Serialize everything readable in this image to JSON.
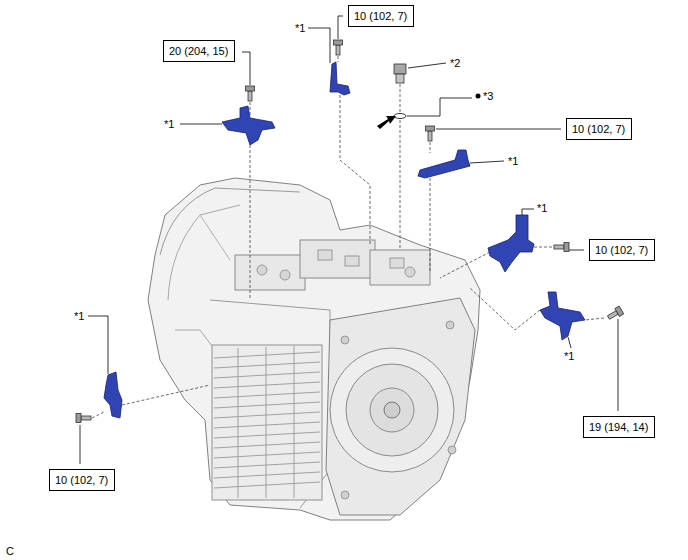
{
  "diagram": {
    "nodes": [
      {
        "text": [
          "10 (102, 7)"
        ]
      },
      {
        "text": [
          "20 (204, 15)"
        ]
      },
      {
        "text": [
          "10 (102, 7)"
        ]
      },
      {
        "text": [
          "10 (102, 7)"
        ]
      },
      {
        "text": [
          "19 (194, 14)"
        ]
      },
      {
        "text": [
          "10 (102, 7)"
        ]
      }
    ],
    "labels": [
      "*1",
      "*2",
      "*3",
      "*1",
      "*1",
      "*1",
      "*1",
      "*1",
      "C"
    ]
  }
}
